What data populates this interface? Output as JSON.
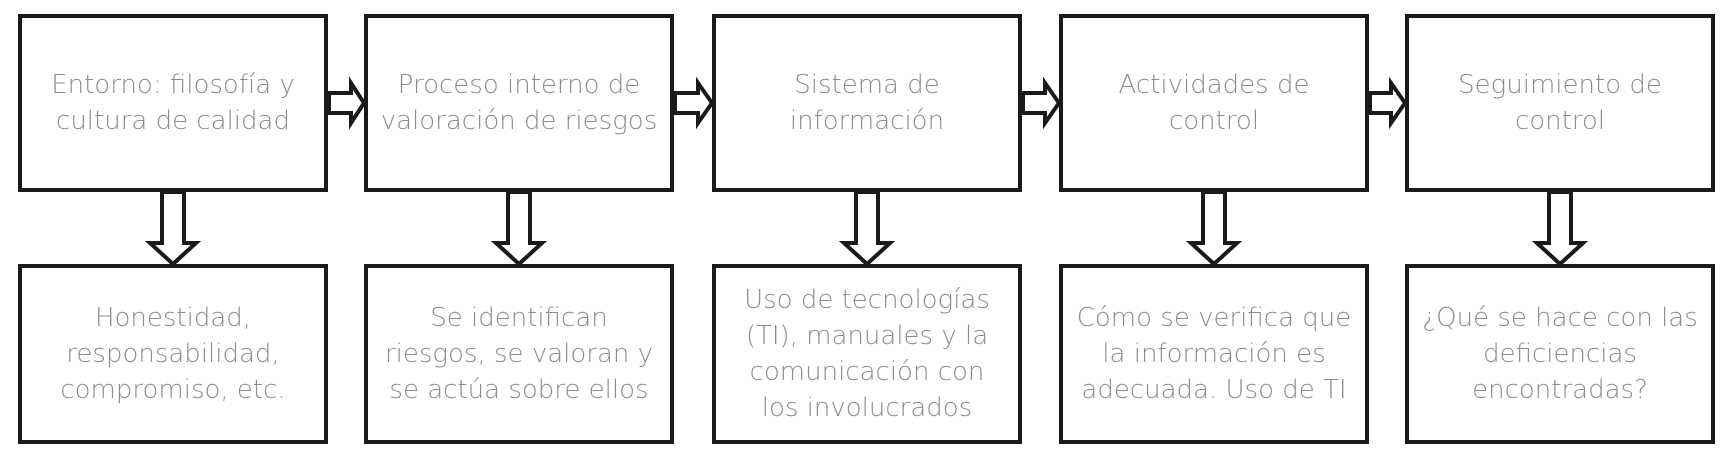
{
  "stages": [
    {
      "title": "Entorno: filosofía y cultura de calidad",
      "detail": "Honestidad, responsabilidad, compromiso, etc."
    },
    {
      "title": "Proceso interno de valoración de riesgos",
      "detail": "Se identifican riesgos, se valoran y se actúa sobre ellos"
    },
    {
      "title": "Sistema de información",
      "detail": "Uso de tecnologías (TI), manuales y la comunicación con los involucrados"
    },
    {
      "title": "Actividades de control",
      "detail": "Cómo se verifica que la información es adecuada. Uso de TI"
    },
    {
      "title": "Seguimiento de control",
      "detail": "¿Qué se hace con las deficiencias encontradas?"
    }
  ],
  "colors": {
    "border": "#1a1a1a",
    "text": "#8c8c8c",
    "background": "#ffffff"
  }
}
